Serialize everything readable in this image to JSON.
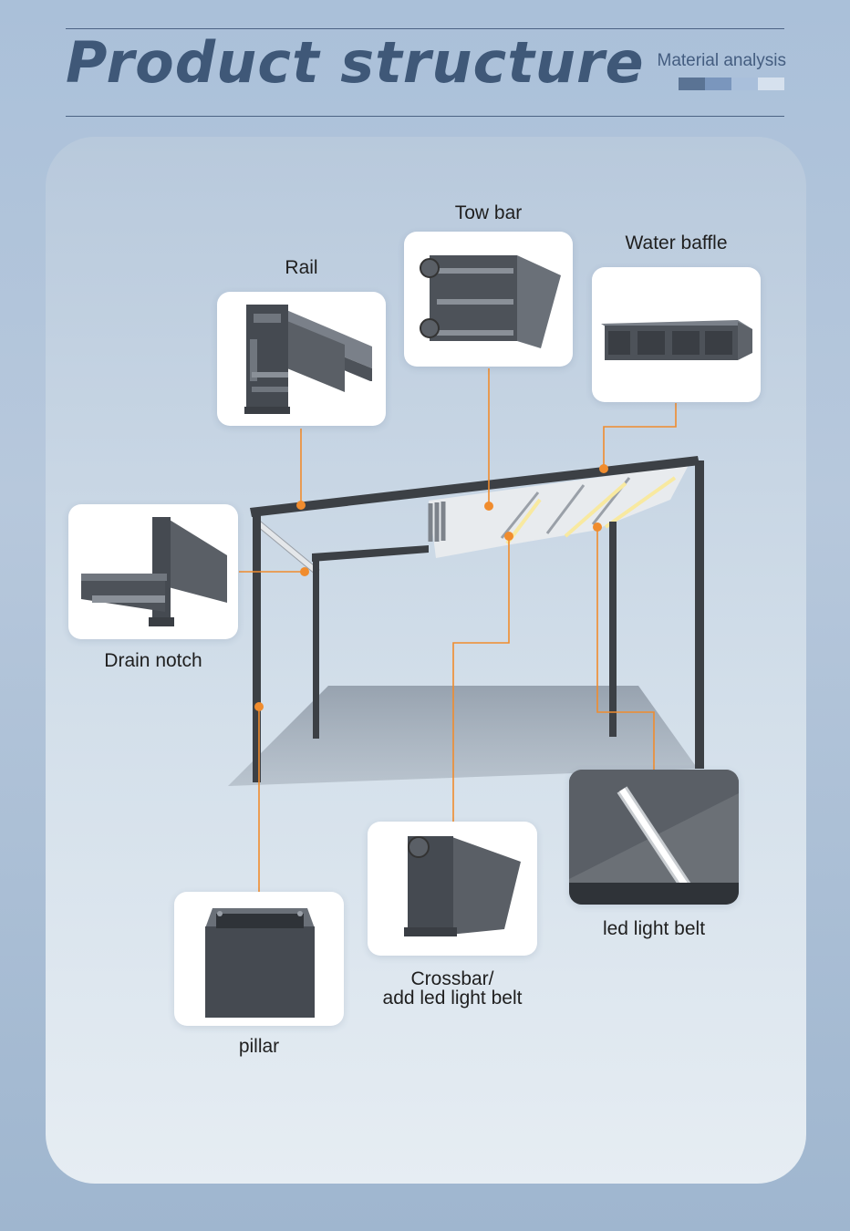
{
  "header": {
    "title": "Product structure",
    "subtitle": "Material analysis",
    "swatch_colors": [
      "#5a7394",
      "#7a96bd",
      "#a9bfdb",
      "#d6e1ee"
    ]
  },
  "callouts": {
    "rail": "Rail",
    "tow_bar": "Tow bar",
    "water_baffle": "Water baffle",
    "drain_notch": "Drain notch",
    "pillar": "pillar",
    "crossbar": "Crossbar/\nadd led light belt",
    "led_light_belt": "led light belt"
  },
  "colors": {
    "accent": "#f08c2e",
    "frame": "#3c4045",
    "profile": "#5a5f66",
    "heading": "#3f5878"
  }
}
